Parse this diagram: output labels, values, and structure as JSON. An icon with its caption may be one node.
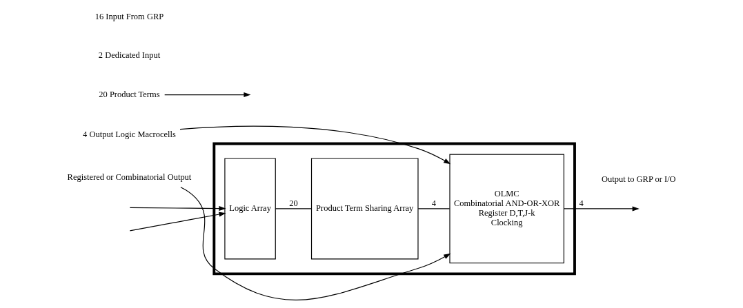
{
  "diagram": {
    "nodes": [
      {
        "text": [],
        "shape": "box"
      },
      {
        "text": [
          "Logic Array"
        ],
        "in": 0
      },
      {
        "text": [
          "Product Term Sharing Array"
        ],
        "in": 0
      },
      {
        "text": [
          "OLMC",
          "Combinatorial AND-OR-XOR",
          "Register D,T,J-k",
          "Clocking"
        ],
        "in": 0
      },
      {
        "text": [
          "20 Product Terms"
        ]
      },
      {
        "text": [
          "4 Output Logic Macrocells"
        ]
      },
      {
        "text": [
          "Registered or Combinatorial Output"
        ]
      }
    ],
    "edges": [
      {
        "from": null,
        "to": 1,
        "arrow": "to"
      },
      {
        "from": null,
        "to": 1,
        "arrow": "to"
      },
      {
        "from": 1,
        "to": 2,
        "arrow": "none",
        "label": "20"
      },
      {
        "from": 2,
        "to": 3,
        "arrow": "none",
        "label": "4"
      },
      {
        "from": 3,
        "to": null,
        "arrow": "to",
        "label": "4"
      },
      {
        "from": 4,
        "to": null,
        "arrow": "to"
      },
      {
        "from": 5,
        "to": 3,
        "arrow": "to"
      },
      {
        "from": 6,
        "to": 3,
        "arrow": "to"
      }
    ],
    "labels": [
      "2 Dedicated Input",
      "16 Input From GRP",
      "Output to GRP or I/O"
    ]
  }
}
